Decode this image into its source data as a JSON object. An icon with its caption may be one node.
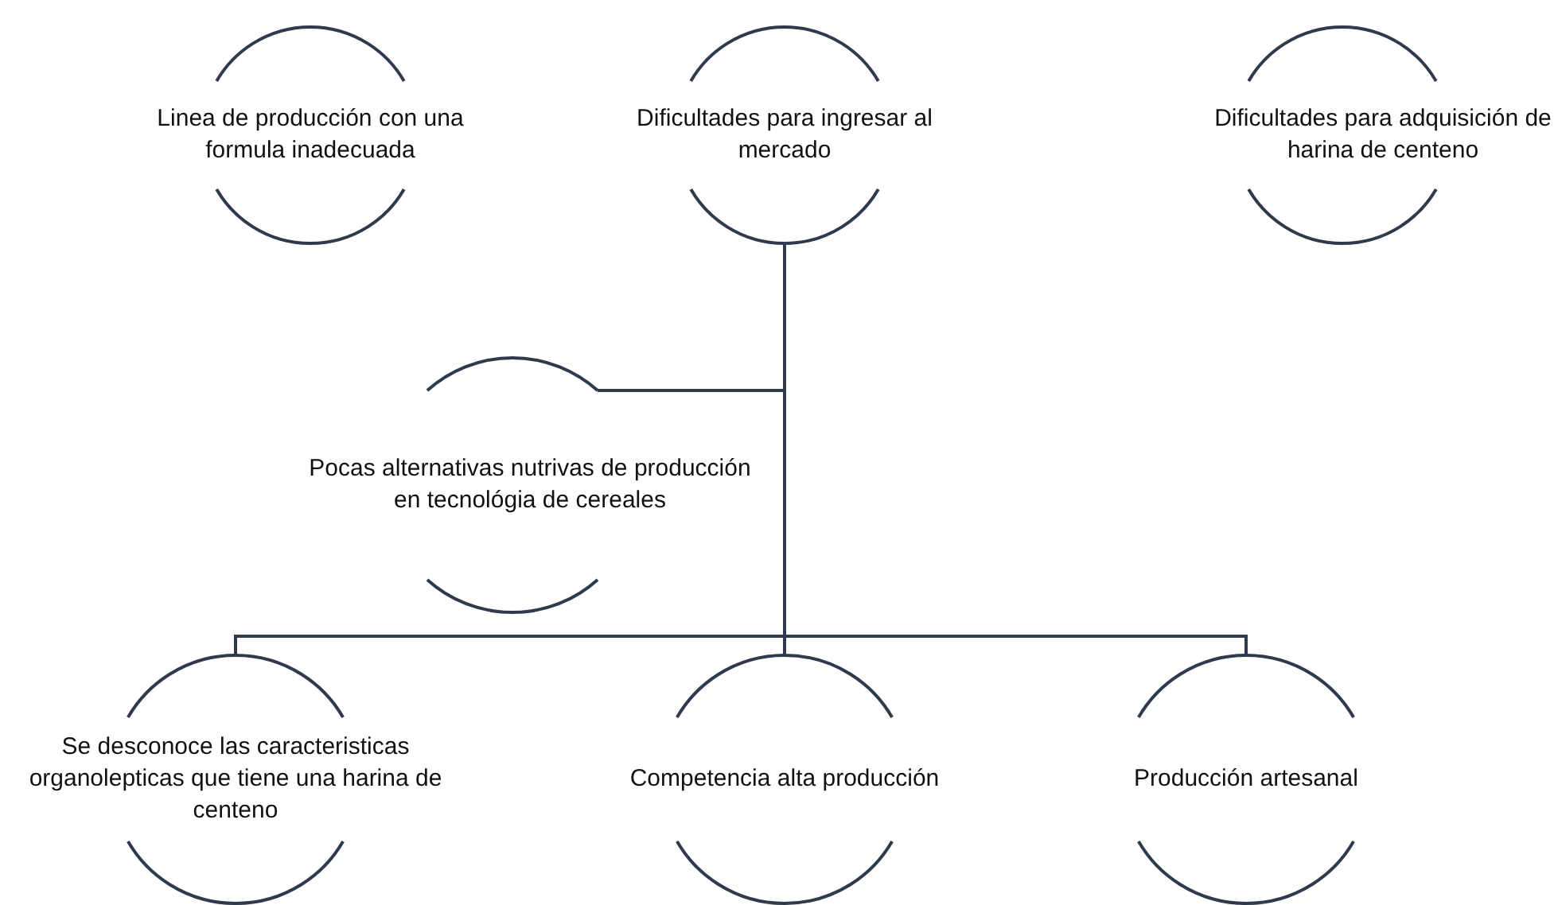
{
  "diagram": {
    "nodes": [
      {
        "text": [
          "Linea de producción con una formula inadecuada"
        ]
      },
      {
        "text": [
          "Dificultades para ingresar al mercado"
        ]
      },
      {
        "text": [
          "Dificultades para adquisición de harina de centeno"
        ]
      },
      {
        "text": [
          "Pocas alternativas nutrivas de producción en tecnológia de cereales"
        ]
      },
      {
        "text": [
          "Se desconoce las caracteristicas organolepticas que tiene una harina de centeno"
        ]
      },
      {
        "text": [
          "Competencia alta producción"
        ]
      },
      {
        "text": [
          "Producción artesanal"
        ]
      }
    ],
    "edges": [
      {
        "from": 1,
        "to": 3,
        "arrow": "none"
      },
      {
        "from": 1,
        "to": 4,
        "arrow": "none"
      },
      {
        "from": 1,
        "to": 5,
        "arrow": "none"
      },
      {
        "from": 1,
        "to": 6,
        "arrow": "none"
      }
    ]
  }
}
